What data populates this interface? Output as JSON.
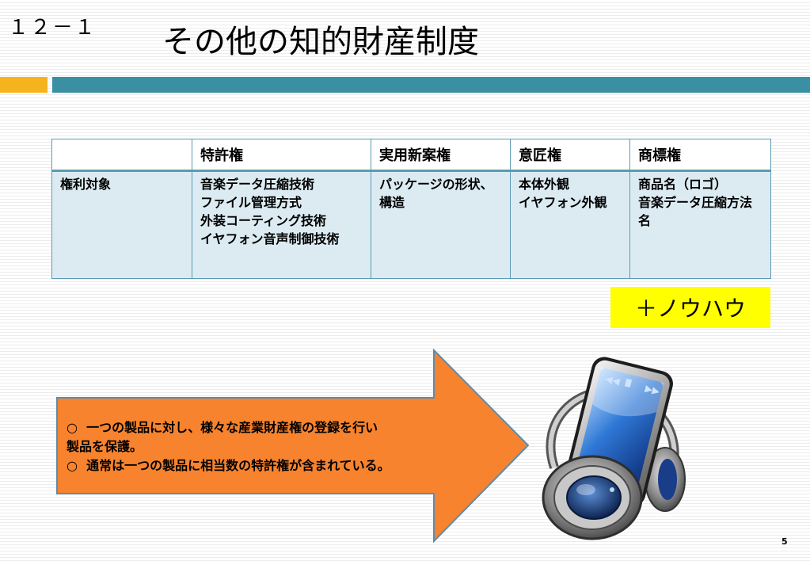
{
  "slide": {
    "number": "１２－１",
    "title": "その他の知的財産制度",
    "page": "5"
  },
  "table": {
    "headers": [
      "",
      "特許権",
      "実用新案権",
      "意匠権",
      "商標権"
    ],
    "row": {
      "label": "権利対象",
      "patent": [
        "音楽データ圧縮技術",
        "ファイル管理方式",
        "外装コーティング技術",
        "イヤフォン音声制御技術"
      ],
      "utility": [
        "パッケージの形状、構造"
      ],
      "design": [
        "本体外観",
        "イヤフォン外観"
      ],
      "trademark": [
        "商品名（ロゴ）",
        "音楽データ圧縮方法名"
      ]
    }
  },
  "knowhow": "＋ノウハウ",
  "arrow": {
    "bullet": "○",
    "line1": "一つの製品に対し、様々な産業財産権の登録を行い",
    "line1b": "製品を保護。",
    "line2": "通常は一つの製品に相当数の特許権が含まれている。"
  },
  "colors": {
    "accent_orange": "#f5b41e",
    "accent_teal": "#3a8fa3",
    "arrow_fill": "#f7832e",
    "highlight": "#ffff00",
    "table_cell": "#dcebf2"
  },
  "icons": [
    "music-player-headphones-icon"
  ]
}
